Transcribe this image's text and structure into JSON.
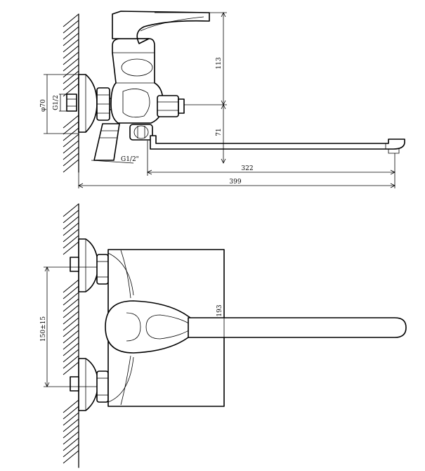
{
  "drawing": {
    "side_view": {
      "dimensions": {
        "height_top": "113",
        "height_bottom": "71",
        "spout_reach": "322",
        "overall_length": "399",
        "flange_diameter": "φ70",
        "inlet_thread": "G1/2",
        "outlet_thread": "G1/2\""
      }
    },
    "top_view": {
      "dimensions": {
        "inlet_spacing": "150±15",
        "overall_width": "193"
      }
    }
  }
}
